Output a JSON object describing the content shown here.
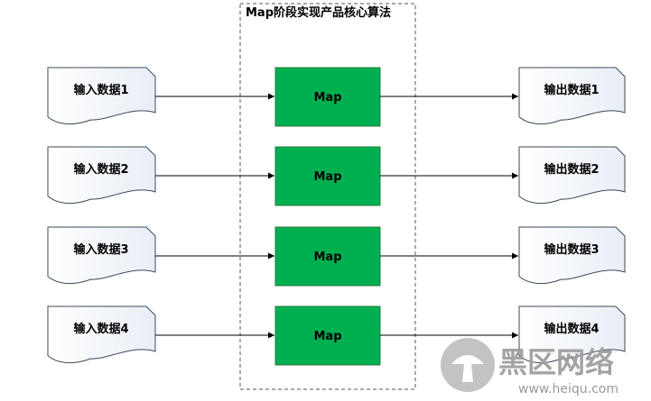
{
  "title": "Map阶段实现产品核心算法",
  "inputs": [
    "输入数据1",
    "输入数据2",
    "输入数据3",
    "输入数据4"
  ],
  "maps": [
    "Map",
    "Map",
    "Map",
    "Map"
  ],
  "outputs": [
    "输出数据1",
    "输出数据2",
    "输出数据3",
    "输出数据4"
  ],
  "colors": {
    "map_fill": "#00b050",
    "map_stroke": "#2c7a3c",
    "doc_stroke": "#3d4a5a",
    "doc_fill": "#ffffff"
  },
  "watermark": {
    "name": "黑区网络",
    "url": "www.heiqu.com"
  }
}
